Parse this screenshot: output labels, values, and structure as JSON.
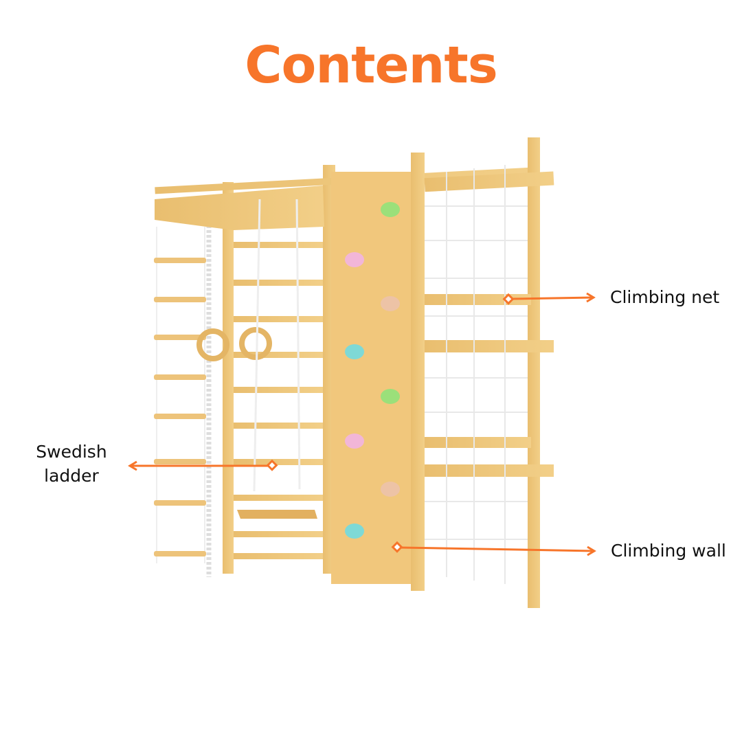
{
  "title": "Contents",
  "accent_color": "#F7752A",
  "callouts": [
    {
      "label": "Climbing net"
    },
    {
      "label_line1": "Swedish",
      "label_line2": "ladder"
    },
    {
      "label": "Climbing wall"
    }
  ],
  "hold_colors": [
    "#9BE07A",
    "#F2B6D8",
    "#EDC3A6",
    "#7ED9D6"
  ]
}
